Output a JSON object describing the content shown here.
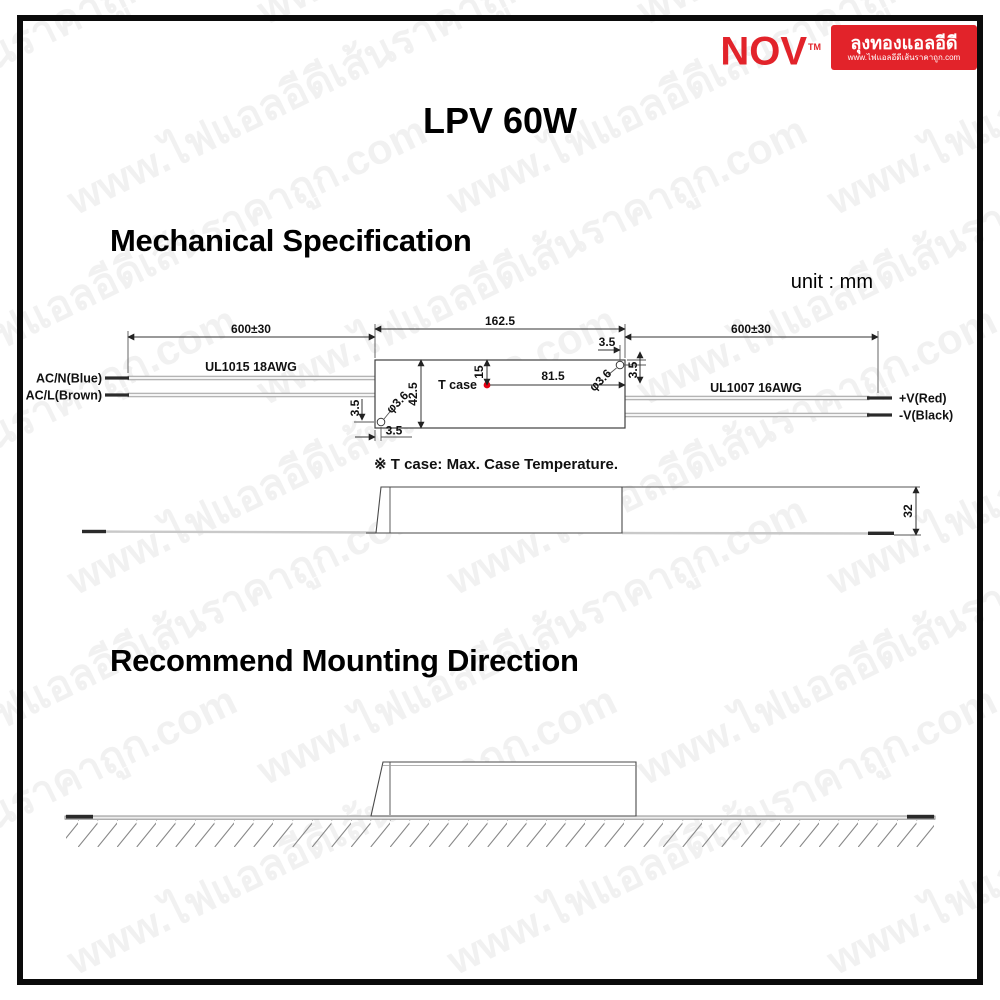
{
  "page": {
    "title": "LPV 60W",
    "unit_label": "unit : mm",
    "watermark_text": "www.ไฟแอลอีดีเส้นราคาถูก.com"
  },
  "logo": {
    "brand": "NOV",
    "trademark": "TM",
    "badge_title": "ลุงทองแอลอีดี",
    "badge_url": "www.ไฟแอลอีดีเส้นราคาถูก.com",
    "brand_color": "#e2232a"
  },
  "sections": {
    "mechanical_heading": "Mechanical Specification",
    "mounting_heading": "Recommend Mounting Direction"
  },
  "drawing": {
    "note": "※ T case: Max. Case Temperature.",
    "labels": {
      "ac_neutral": "AC/N(Blue)",
      "ac_line": "AC/L(Brown)",
      "v_plus": "+V(Red)",
      "v_minus": "-V(Black)",
      "input_wire": "UL1015 18AWG",
      "output_wire": "UL1007 16AWG",
      "tcase": "T case",
      "tcase_dot_color": "#e60012"
    },
    "dims": {
      "input_wire_length": "600±30",
      "case_length": "162.5",
      "output_wire_length": "600±30",
      "case_width": "42.5",
      "tcase_from_top": "15",
      "tcase_from_right": "81.5",
      "hole_left_diameter": "φ3.6",
      "hole_right_diameter": "φ3.6",
      "hole_left_offset_x": "3.5",
      "hole_left_offset_y": "3.5",
      "hole_right_offset_x": "3.5",
      "hole_right_offset_y": "3.5",
      "case_height": "32"
    }
  }
}
